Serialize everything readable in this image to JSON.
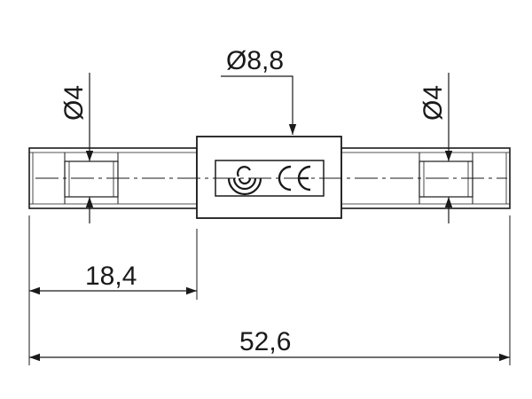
{
  "drawing": {
    "dimensions": {
      "center_diameter": "Ø8,8",
      "left_thread_diameter": "Ø4",
      "right_thread_diameter": "Ø4",
      "housing_offset": "18,4",
      "overall_length": "52,6"
    },
    "label_marks": [
      "approval-mark",
      "ce-mark"
    ],
    "colors": {
      "line": "#1a1a1a",
      "background": "#ffffff"
    }
  }
}
